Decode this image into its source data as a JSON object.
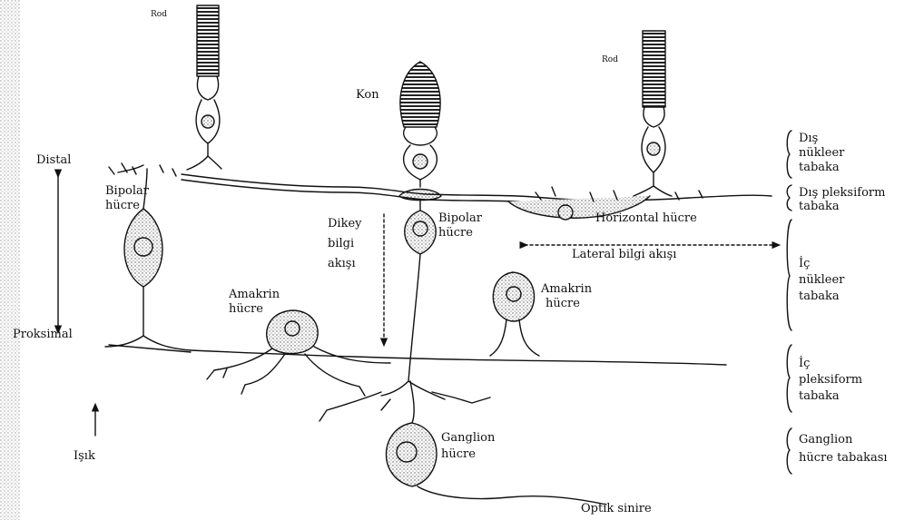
{
  "labels": {
    "rod_left": "Rod",
    "rod_right": "Rod",
    "cone": "Kon",
    "distal": "Distal",
    "proximal": "Proksimal",
    "bipolar_left_1": "Bipolar",
    "bipolar_left_2": "hücre",
    "bipolar_mid_1": "Bipolar",
    "bipolar_mid_2": "hücre",
    "horizontal": "Horizontal hücre",
    "lateral_flow": "Lateral bilgi akışı",
    "vertical_flow_1": "Dikey",
    "vertical_flow_2": "bilgi",
    "vertical_flow_3": "akışı",
    "amacrine_left_1": "Amakrin",
    "amacrine_left_2": "hücre",
    "amacrine_right_1": "Amakrin",
    "amacrine_right_2": "hücre",
    "ganglion_1": "Ganglion",
    "ganglion_2": "hücre",
    "optic_nerve": "Optik sinire",
    "light": "Işık"
  },
  "layers": [
    {
      "line1": "Dış",
      "line2": "nükleer",
      "line3": "tabaka"
    },
    {
      "line1": "Dış pleksiform",
      "line2": "tabaka"
    },
    {
      "line1": "İç",
      "line2": "nükleer",
      "line3": "tabaka"
    },
    {
      "line1": "İç",
      "line2": "pleksiform",
      "line3": "tabaka"
    },
    {
      "line1": "Ganglion",
      "line2": "hücre tabakası"
    }
  ]
}
